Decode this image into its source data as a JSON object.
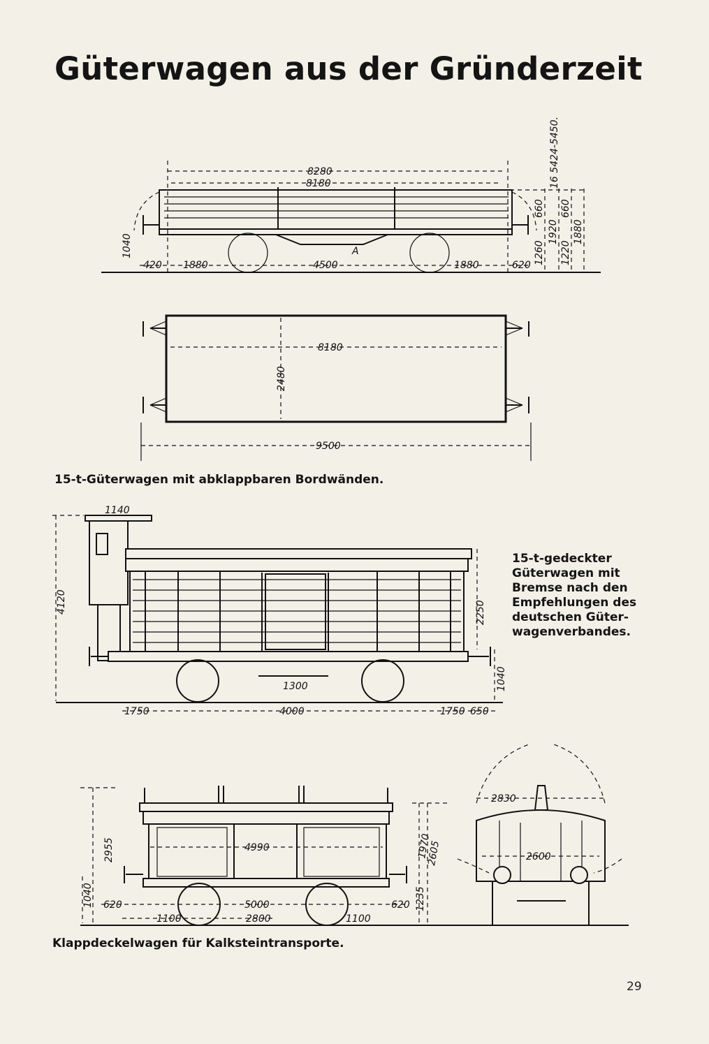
{
  "title": "Güterwagen aus der Gründerzeit",
  "figures": [
    {
      "caption": "15-t-Güterwagen mit abklappbaren Bordwänden.",
      "side_view_dimensions": {
        "overall_length": "8280",
        "inner_length": "8180",
        "overhang_left": "420",
        "axle_left": "1880",
        "wheelbase": "4500",
        "axle_right": "1880",
        "overhang_right": "620",
        "buffer_height": "1040",
        "height_1260": "1260",
        "height_660a": "660",
        "height_1920": "1920",
        "height_1220": "1220",
        "height_660b": "660",
        "height_1880": "1880",
        "weight_note": "16 5424-5450.",
        "marker": "A"
      },
      "top_view_dimensions": {
        "inner_length": "8180",
        "inner_width": "2480",
        "length_over_buffers": "9500"
      }
    },
    {
      "caption_lines": [
        "15-t-gedeckter",
        "Güterwagen mit",
        "Bremse nach den",
        "Empfehlungen des",
        "deutschen Güter-",
        "wagenverbandes."
      ],
      "dimensions": {
        "cabin_width": "1140",
        "total_height": "4120",
        "body_height": "2250",
        "brake_length": "1300",
        "buffer_height": "1040",
        "overhang_left": "1750",
        "wheelbase": "4000",
        "overhang_right": "1750",
        "buffer_length": "650"
      }
    },
    {
      "caption": "Klappdeckelwagen für Kalksteintransporte.",
      "dimensions": {
        "total_height": "2955",
        "buffer_height": "1040",
        "inner_length": "4990",
        "height_1970": "1970",
        "height_2605": "2605",
        "height_1235": "1235",
        "overhang_left": "620",
        "length": "5000",
        "overhang_right": "620",
        "wheel_offset_left": "1100",
        "wheelbase": "2800",
        "wheel_offset_right": "1100",
        "end_width_top": "2830",
        "end_width": "2600"
      }
    }
  ],
  "page_number": "29"
}
